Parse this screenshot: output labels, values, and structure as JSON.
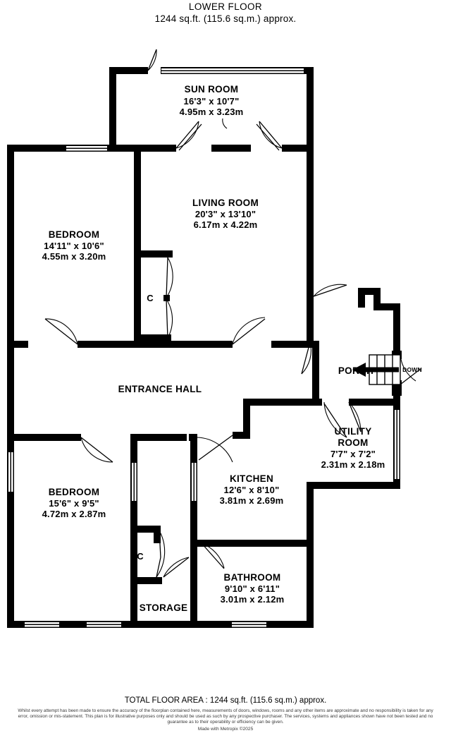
{
  "header": {
    "title": "LOWER FLOOR",
    "area": "1244 sq.ft. (115.6 sq.m.) approx."
  },
  "rooms": [
    {
      "key": "sun_room",
      "name": "SUN ROOM",
      "imperial": "16'3\"  x 10'7\"",
      "metric": "4.95m  x 3.23m"
    },
    {
      "key": "living_room",
      "name": "LIVING ROOM",
      "imperial": "20'3\"  x 13'10\"",
      "metric": "6.17m  x 4.22m"
    },
    {
      "key": "bedroom_1",
      "name": "BEDROOM",
      "imperial": "14'11\"  x 10'6\"",
      "metric": "4.55m  x 3.20m"
    },
    {
      "key": "bedroom_2",
      "name": "BEDROOM",
      "imperial": "15'6\"  x 9'5\"",
      "metric": "4.72m  x 2.87m"
    },
    {
      "key": "kitchen",
      "name": "KITCHEN",
      "imperial": "12'6\"  x 8'10\"",
      "metric": "3.81m  x 2.69m"
    },
    {
      "key": "bathroom",
      "name": "BATHROOM",
      "imperial": "9'10\"  x 6'11\"",
      "metric": "3.01m  x 2.12m"
    },
    {
      "key": "utility_room",
      "name_line1": "UTILITY",
      "name_line2": "ROOM",
      "imperial": "7'7\"  x 7'2\"",
      "metric": "2.31m  x 2.18m"
    }
  ],
  "plain_labels": {
    "entrance_hall": "ENTRANCE HALL",
    "storage": "STORAGE",
    "porch": "PORCH",
    "stairs_direction": "DOWN",
    "cupboard_living": "C",
    "cupboard_hall": "C"
  },
  "footer": {
    "total": "TOTAL FLOOR AREA : 1244 sq.ft. (115.6 sq.m.) approx.",
    "disclaimer": "Whilst every attempt has been made to ensure the accuracy of the floorplan contained here, measurements of doors, windows, rooms and any other items are approximate and no responsibility is taken for any error, omission or mis-statement. This plan is for illustrative purposes only and should be used as such by any prospective purchaser. The services, systems and appliances shown have not been tested and no guarantee as to their operability or efficiency can be given.",
    "made_with": "Made with Metropix ©2025"
  },
  "colors": {
    "wall": "#000000",
    "background": "#ffffff",
    "text": "#000000",
    "disclaimer_text": "#3a3a3a"
  }
}
